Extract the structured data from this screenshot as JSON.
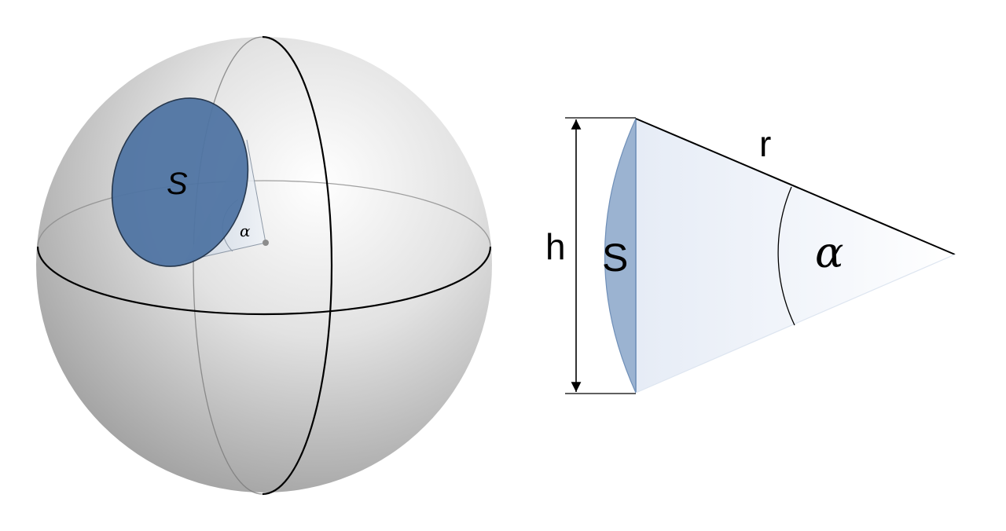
{
  "sphere_figure": {
    "surface_label": "S",
    "angle_label": "α",
    "colors": {
      "cap_fill": "#4f74a3",
      "cap_stroke": "#1c2e45",
      "sphere_light": "#ffffff",
      "sphere_dark": "#9e9e9e",
      "great_circle": "#000000"
    }
  },
  "cone_figure": {
    "surface_label": "S",
    "height_label": "h",
    "radius_label": "r",
    "angle_label": "α",
    "colors": {
      "cap_fill": "#9bb3d1",
      "cone_light": "#ffffff",
      "cone_edge": "#e8eef7"
    }
  }
}
